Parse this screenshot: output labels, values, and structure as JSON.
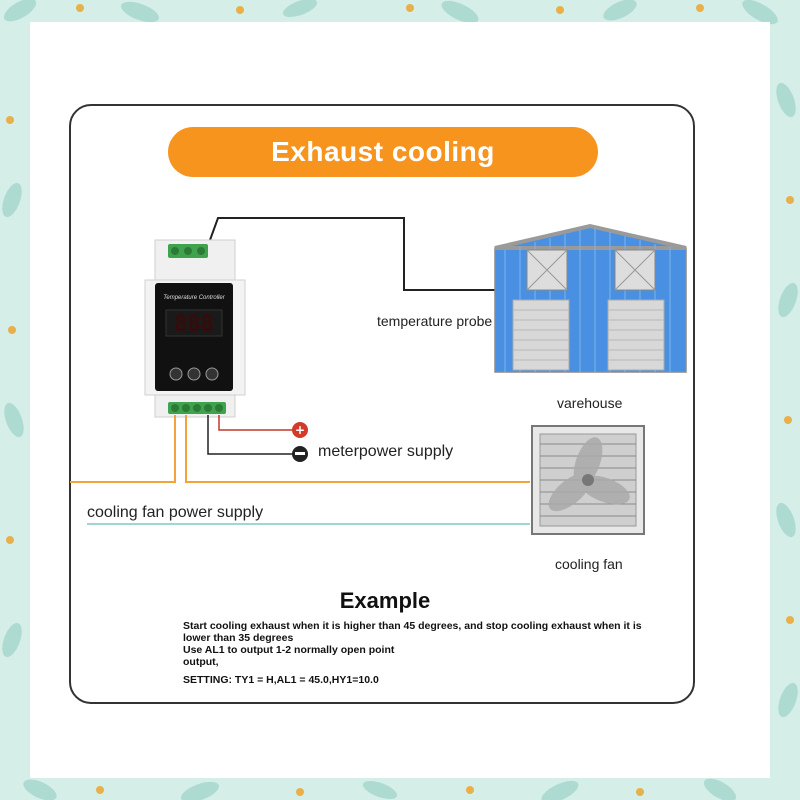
{
  "title": "Exhaust cooling",
  "labels": {
    "temperature_probe": "temperature probe",
    "warehouse": "varehouse",
    "meter_power_supply": "meterpower supply",
    "cooling_fan_power_supply": "cooling fan power supply",
    "cooling_fan": "cooling fan"
  },
  "controller": {
    "header": "Temperature Controller",
    "display": "888"
  },
  "example": {
    "heading": "Example",
    "line1": "Start cooling exhaust when it is higher than 45 degrees, and stop cooling exhaust when it is lower than 35 degrees",
    "line2": "Use AL1 to output 1-2 normally open point",
    "line3": "output,",
    "setting": "SETTING: TY1 = H,AL1 = 45.0,HY1=10.0"
  },
  "colors": {
    "accent": "#f7941d",
    "wire_orange": "#f2a33a",
    "wire_red": "#c0392b",
    "wire_dark": "#222222",
    "wire_teal": "#7ec8c8",
    "building_blue": "#4a90e2"
  }
}
